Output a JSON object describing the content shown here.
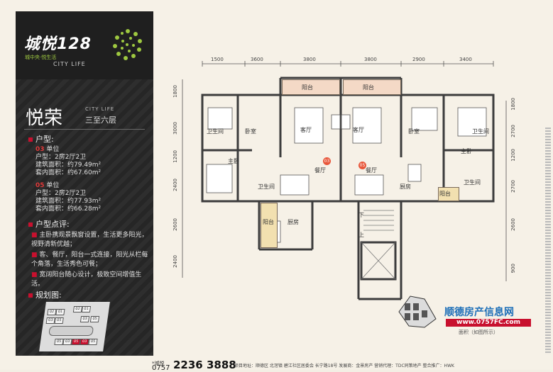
{
  "brand": {
    "name": "城悦128",
    "sub": "城中央·悦生活",
    "en": "CITY LIFE",
    "accent": "#9ec840"
  },
  "section": {
    "title": "悦荣",
    "en": "CITY LIFE",
    "floors": "三至六层"
  },
  "unit_type": {
    "heading": "户型:",
    "units": [
      {
        "no": "03",
        "label": "单位",
        "type": "户型：2房2厅2卫",
        "area": "建筑面积：约79.49m²",
        "inner": "套内面积：约67.60m²"
      },
      {
        "no": "05",
        "label": "单位",
        "type": "户型：2房2厅2卫",
        "area": "建筑面积：约77.93m²",
        "inner": "套内面积：约66.28m²"
      }
    ]
  },
  "review": {
    "heading": "户型点评:",
    "points": [
      "主卧携观景飘窗设置，生活更多阳光，视野清新优越；",
      "客、餐厅，阳台一式连接，阳光从栏每个角落，生活秀色可餐；",
      "宽阔阳台随心设计，极致空间增值生活。"
    ]
  },
  "site_plan": {
    "heading": "规划图:",
    "labels": [
      "02",
      "01",
      "02",
      "01",
      "03",
      "05",
      "03",
      "05",
      "05",
      "03",
      "05",
      "03",
      "05"
    ]
  },
  "plan": {
    "top_dims": [
      "1500",
      "3600",
      "3800",
      "3800",
      "2900",
      "3400"
    ],
    "left_dims": [
      "1800",
      "3000",
      "1200",
      "2400",
      "2600",
      "2400"
    ],
    "right_dims": [
      "1800",
      "2700",
      "1200",
      "2700",
      "2600",
      "900"
    ],
    "rooms": {
      "balcony_left": "阳台",
      "balcony_right": "阳台",
      "bath_l1": "卫生间",
      "bedroom_l": "卧室",
      "master_l": "主卧",
      "living_l": "客厅",
      "living_r": "客厅",
      "bedroom_r": "卧室",
      "bath_r1": "卫生间",
      "master_r": "主卧",
      "bath_l2": "卫生间",
      "dining_l": "餐厅",
      "dining_r": "餐厅",
      "kitchen_r": "厨房",
      "bath_r2": "卫生间",
      "balcony_r2": "阳台",
      "balcony_l2": "阳台",
      "kitchen_l": "厨房",
      "stairs_down": "下",
      "stairs_up": "上"
    },
    "unit_marks": [
      "03",
      "05"
    ]
  },
  "footer": {
    "phone_label": "*城悦",
    "phone_prefix": "0757",
    "phone": "2236 3888",
    "address": "项目地址：顺德区 北滘镇 碧江社区居委会 长宁路18号   发展商：金景房产   营销代理：TDC同策地产   整合推广：HWK"
  },
  "watermark": {
    "text": "顺德房产信息网",
    "url": "www.0757FC.com",
    "note": "面积（如图所示）"
  }
}
